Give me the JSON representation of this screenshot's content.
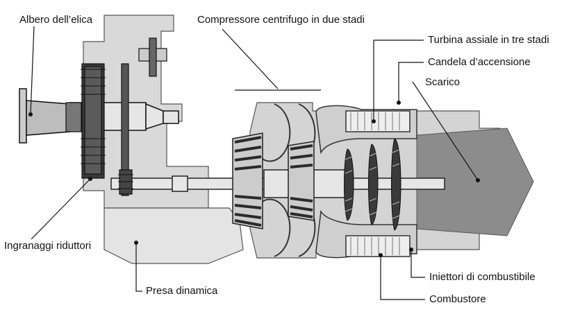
{
  "labels": {
    "propeller_shaft": "Albero dell’elica",
    "compressor": "Compressore centrifugo in due stadi",
    "turbine": "Turbina assiale in tre stadi",
    "spark_plug": "Candela d’accensione",
    "exhaust": "Scarico",
    "reduction_gears": "Ingranaggi riduttori",
    "air_intake": "Presa dinamica",
    "fuel_injectors": "Iniettori di combustibile",
    "combustor": "Combustore"
  },
  "colors": {
    "outline": "#111111",
    "casing": "#d9d9d9",
    "shaft": "#e6e6e6",
    "blade": "#3a3a3a",
    "exhaust": "#8c8c8c",
    "combustor_fill": "#cfcfcf"
  }
}
